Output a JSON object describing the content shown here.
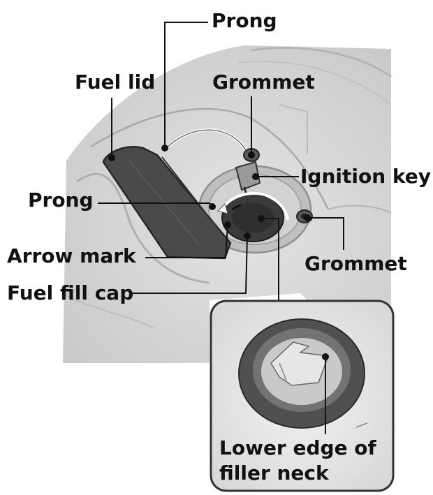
{
  "labels": {
    "prong_top": "Prong",
    "fuel_lid": "Fuel lid",
    "grommet_top": "Grommet",
    "ignition_key": "Ignition key",
    "prong_left": "Prong",
    "arrow_mark": "Arrow mark",
    "grommet_right": "Grommet",
    "fuel_fill_cap": "Fuel fill cap",
    "lower_edge_line1": "Lower edge of",
    "lower_edge_line2": "filler neck"
  }
}
